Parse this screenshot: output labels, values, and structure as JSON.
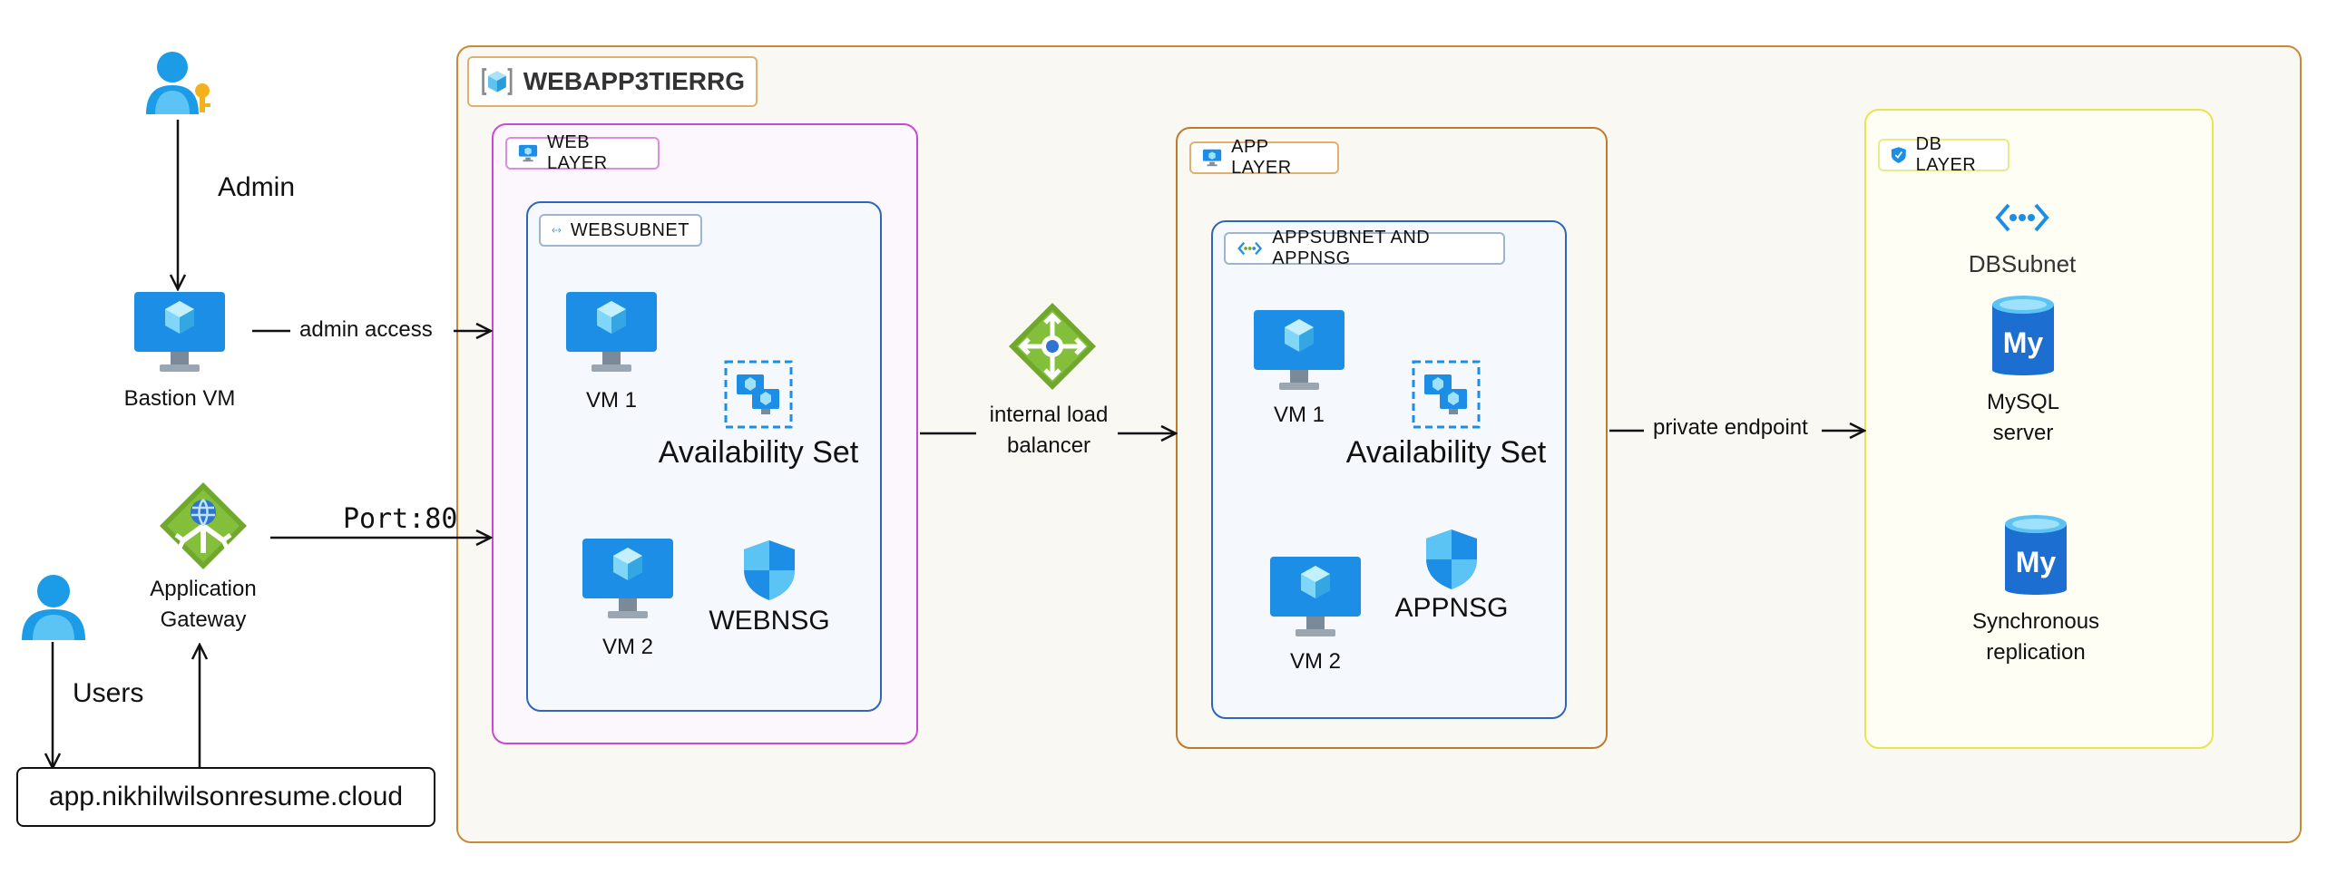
{
  "left": {
    "admin_label": "Admin",
    "bastion_label": "Bastion VM",
    "admin_access_label": "admin access",
    "app_gateway_label_line1": "Application",
    "app_gateway_label_line2": "Gateway",
    "port_label": "Port:80",
    "users_label": "Users",
    "domain_label": "app.nikhilwilsonresume.cloud"
  },
  "resource_group": {
    "title": "WEBAPP3TIERRG"
  },
  "web_layer": {
    "title": "WEB LAYER",
    "subnet_title": "WEBSUBNET",
    "vm1": "VM 1",
    "vm2": "VM 2",
    "availability_set": "Availability Set",
    "nsg": "WEBNSG"
  },
  "load_balancer": {
    "line1": "internal load",
    "line2": "balancer"
  },
  "app_layer": {
    "title": "APP LAYER",
    "subnet_title": "APPSUBNET AND APPNSG",
    "vm1": "VM 1",
    "vm2": "VM 2",
    "availability_set": "Availability Set",
    "nsg": "APPNSG"
  },
  "private_endpoint_label": "private endpoint",
  "db_layer": {
    "title": "DB LAYER",
    "subnet_label": "DBSubnet",
    "mysql_line1": "MySQL",
    "mysql_line2": "server",
    "replica_line1": "Synchronous",
    "replica_line2": "replication",
    "mysql_icon_text": "My"
  },
  "colors": {
    "rg_border": "#c98a36",
    "rg_fill": "#faf8f3",
    "web_border": "#c84ad0",
    "web_fill": "#fcf6fd",
    "app_border": "#c07a2c",
    "db_border": "#e8e350",
    "db_fill": "#fefef4",
    "subnet_border": "#2f66b8",
    "subnet_fill": "#f5f8fc",
    "azure_blue": "#1c8ee6",
    "green": "#6fa82c"
  }
}
